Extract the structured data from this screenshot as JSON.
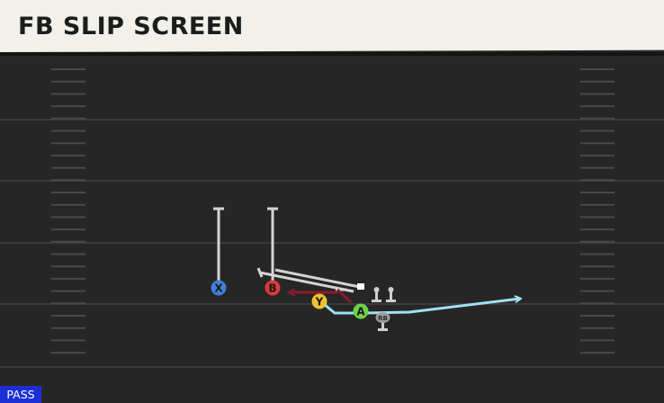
{
  "play": {
    "title": "FB SLIP SCREEN",
    "type_badge": "PASS"
  },
  "players": {
    "x": {
      "label": "X",
      "color": "#3f7fd8"
    },
    "b": {
      "label": "B",
      "color": "#d93a3a"
    },
    "y": {
      "label": "Y",
      "color": "#f2c12e"
    },
    "a": {
      "label": "A",
      "color": "#6fd04a"
    },
    "rb": {
      "label": "RB",
      "color": "#9e9e9e"
    }
  },
  "colors": {
    "field": "#262626",
    "yard_line": "#3b3b3b",
    "hash": "#4a4a4a",
    "route_primary": "#9fe3f5",
    "route_block": "#8a1c2a",
    "route_default": "#d4d4d4"
  }
}
